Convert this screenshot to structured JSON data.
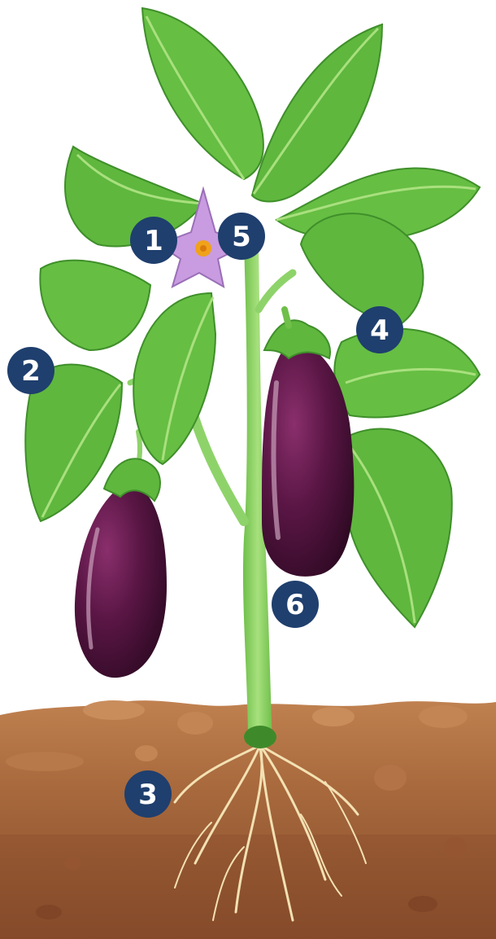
{
  "markers": [
    {
      "id": "1",
      "label": "1"
    },
    {
      "id": "2",
      "label": "2"
    },
    {
      "id": "3",
      "label": "3"
    },
    {
      "id": "4",
      "label": "4"
    },
    {
      "id": "5",
      "label": "5"
    },
    {
      "id": "6",
      "label": "6"
    }
  ],
  "colors": {
    "marker_fill": "#1f3f6e",
    "marker_text": "#ffffff",
    "leaf": "#5fb73e",
    "leaf_light": "#8fd65a",
    "leaf_dark": "#3f8f2a",
    "stem": "#8ed36a",
    "eggplant": "#4a1238",
    "eggplant_dark": "#2e0a22",
    "eggplant_highlight": "#c9a0bb",
    "flower": "#c99be0",
    "flower_center": "#f0a21a",
    "soil_top": "#b97a45",
    "soil_mid": "#a5663a",
    "soil_deep": "#8c4f2c",
    "root": "#f2dfb0"
  }
}
